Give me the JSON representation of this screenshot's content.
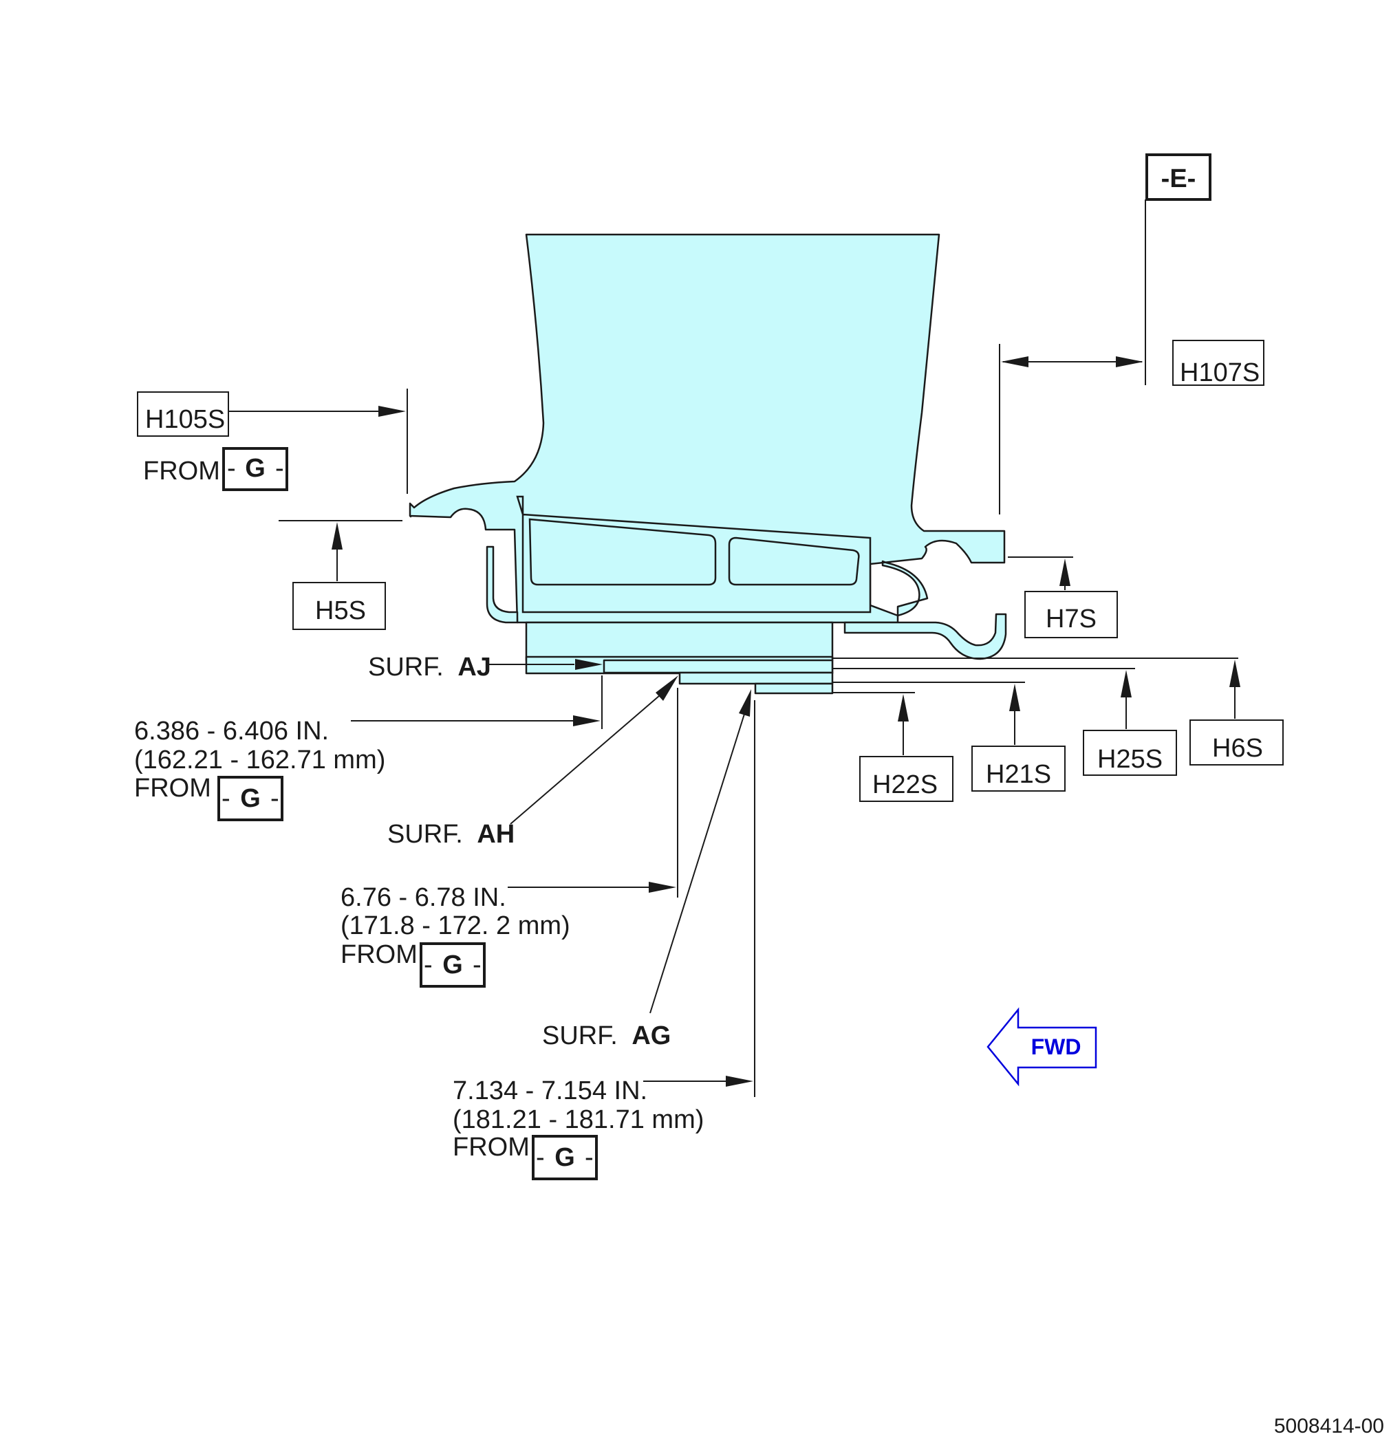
{
  "tags": {
    "h105s": "H105S",
    "h107s": "H107S",
    "h5s": "H5S",
    "h7s": "H7S",
    "h22s": "H22S",
    "h21s": "H21S",
    "h25s": "H25S",
    "h6s": "H6S"
  },
  "datums": {
    "e": "-E-",
    "g": "G",
    "g_dash_left": "-",
    "g_dash_right": "-"
  },
  "from_label": "FROM",
  "surfaces": {
    "prefix": "SURF.",
    "aj": "AJ",
    "ah": "AH",
    "ag": "AG"
  },
  "dimensions": {
    "d1": {
      "inches": "6.386 - 6.406 IN.",
      "mm": "(162.21 - 162.71 mm)"
    },
    "d2": {
      "inches": "6.76 - 6.78 IN.",
      "mm": "(171.8 - 172. 2 mm)"
    },
    "d3": {
      "inches": "7.134 - 7.154 IN.",
      "mm": "(181.21 - 181.71 mm)"
    }
  },
  "direction": {
    "label": "FWD",
    "color": "#0000dd"
  },
  "part_fill_color": "#c8fafc",
  "drawing_number": "5008414-00"
}
